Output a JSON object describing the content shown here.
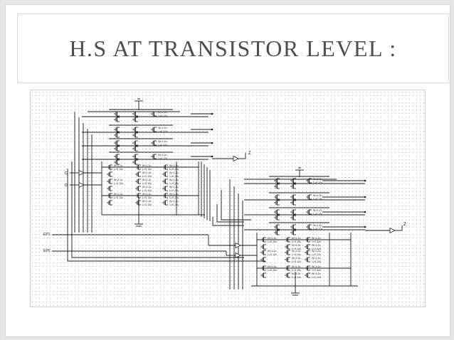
{
  "slide": {
    "title": "H.S AT TRANSISTOR LEVEL :"
  },
  "schematic": {
    "input_labels": [
      "C",
      "D",
      "EP1",
      "EP0"
    ],
    "output_labels": [
      "Z",
      "Z"
    ],
    "pmos_label": "W=1.2u",
    "nmos_label": "L=0.12u",
    "colors": {
      "background": "#e6e6e6",
      "title": "#4d4d4d",
      "wire": "#1a1a1a",
      "grid_dot": "#b9b9c2"
    }
  }
}
